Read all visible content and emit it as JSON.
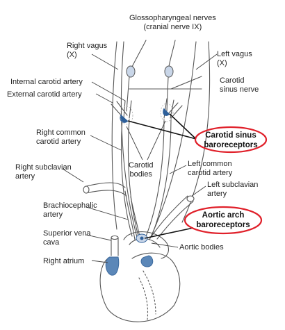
{
  "labels": {
    "glossopharyngeal": [
      "Glossopharyngeal nerves",
      "(cranial nerve IX)"
    ],
    "right_vagus": [
      "Right vagus",
      "(X)"
    ],
    "left_vagus": [
      "Left vagus",
      "(X)"
    ],
    "internal_carotid": "Internal carotid artery",
    "external_carotid": "External carotid  artery",
    "carotid_sinus_nerve": [
      "Carotid",
      "sinus nerve"
    ],
    "right_common_carotid": [
      "Right common",
      "carotid artery"
    ],
    "carotid_sinus_baroreceptors": [
      "Carotid sinus",
      "baroreceptors"
    ],
    "right_subclavian": [
      "Right subclavian",
      "artery"
    ],
    "carotid_bodies": [
      "Carotid",
      "bodies"
    ],
    "left_common_carotid": [
      "Left common",
      "carotid artery"
    ],
    "left_subclavian": [
      "Left subclavian",
      "artery"
    ],
    "brachiocephalic": [
      "Brachiocephalic",
      "artery"
    ],
    "aortic_arch_baroreceptors": [
      "Aortic arch",
      "baroreceptors"
    ],
    "superior_vena_cava": [
      "Superior vena",
      "cava"
    ],
    "aortic_bodies": "Aortic bodies",
    "right_atrium": "Right atrium"
  },
  "colors": {
    "highlight_ellipse": "#e0202a",
    "receptor_blue": "#2d5f9a",
    "nerve_ganglion": "#c9d6e8",
    "atrium_blue": "#5b87b8",
    "outline": "#555555"
  }
}
